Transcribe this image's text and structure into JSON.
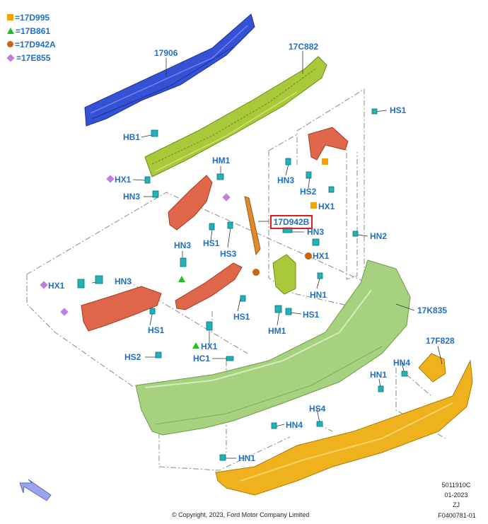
{
  "legend": [
    {
      "symbol": "square",
      "color": "#f5a300",
      "text": "=17D995"
    },
    {
      "symbol": "triangle",
      "color": "#22c122",
      "text": "=17B861"
    },
    {
      "symbol": "circle",
      "color": "#c8650e",
      "text": "=17D942A"
    },
    {
      "symbol": "diamond",
      "color": "#c07fe0",
      "text": "=17E855"
    }
  ],
  "parts": {
    "p17906": "17906",
    "p17C882": "17C882",
    "p17K835": "17K835",
    "p17F828": "17F828",
    "p17D942B": "17D942B"
  },
  "fasteners": {
    "hb1": "HB1",
    "hs1_a": "HS1",
    "hn3_a": "HN3",
    "hs2_a": "HS2",
    "hx1_a": "HX1",
    "hm1_a": "HM1",
    "hx1_b": "HX1",
    "hn3_b": "HN3",
    "hs1_b": "HS1",
    "hs3": "HS3",
    "hn3_c": "HN3",
    "hx1_c": "HX1",
    "hn2": "HN2",
    "hn3_d": "HN3",
    "hx1_d": "HX1",
    "hn1_a": "HN1",
    "hs1_c": "HS1",
    "hn3_e": "HN3",
    "hs1_d": "HS1",
    "hm1_b": "HM1",
    "hs1_e": "HS1",
    "hx1_e": "HX1",
    "hs2_b": "HS2",
    "hc1": "HC1",
    "hn1_b": "HN1",
    "hn4_a": "HN4",
    "hs4": "HS4",
    "hn4_b": "HN4",
    "hn1_c": "HN1"
  },
  "meta": {
    "code1": "5011910C",
    "date": "01-2023",
    "init": "ZJ",
    "fig": "F0400781-01",
    "copyright": "© Copyright, 2023, Ford Motor Company Limited"
  },
  "colors": {
    "blue": "#3551d6",
    "green": "#a9c93a",
    "red": "#e0664a",
    "orange": "#efb21c",
    "fascia": "#a6d27f",
    "teal": "#1fb3b8",
    "label": "#1f6fc8"
  }
}
